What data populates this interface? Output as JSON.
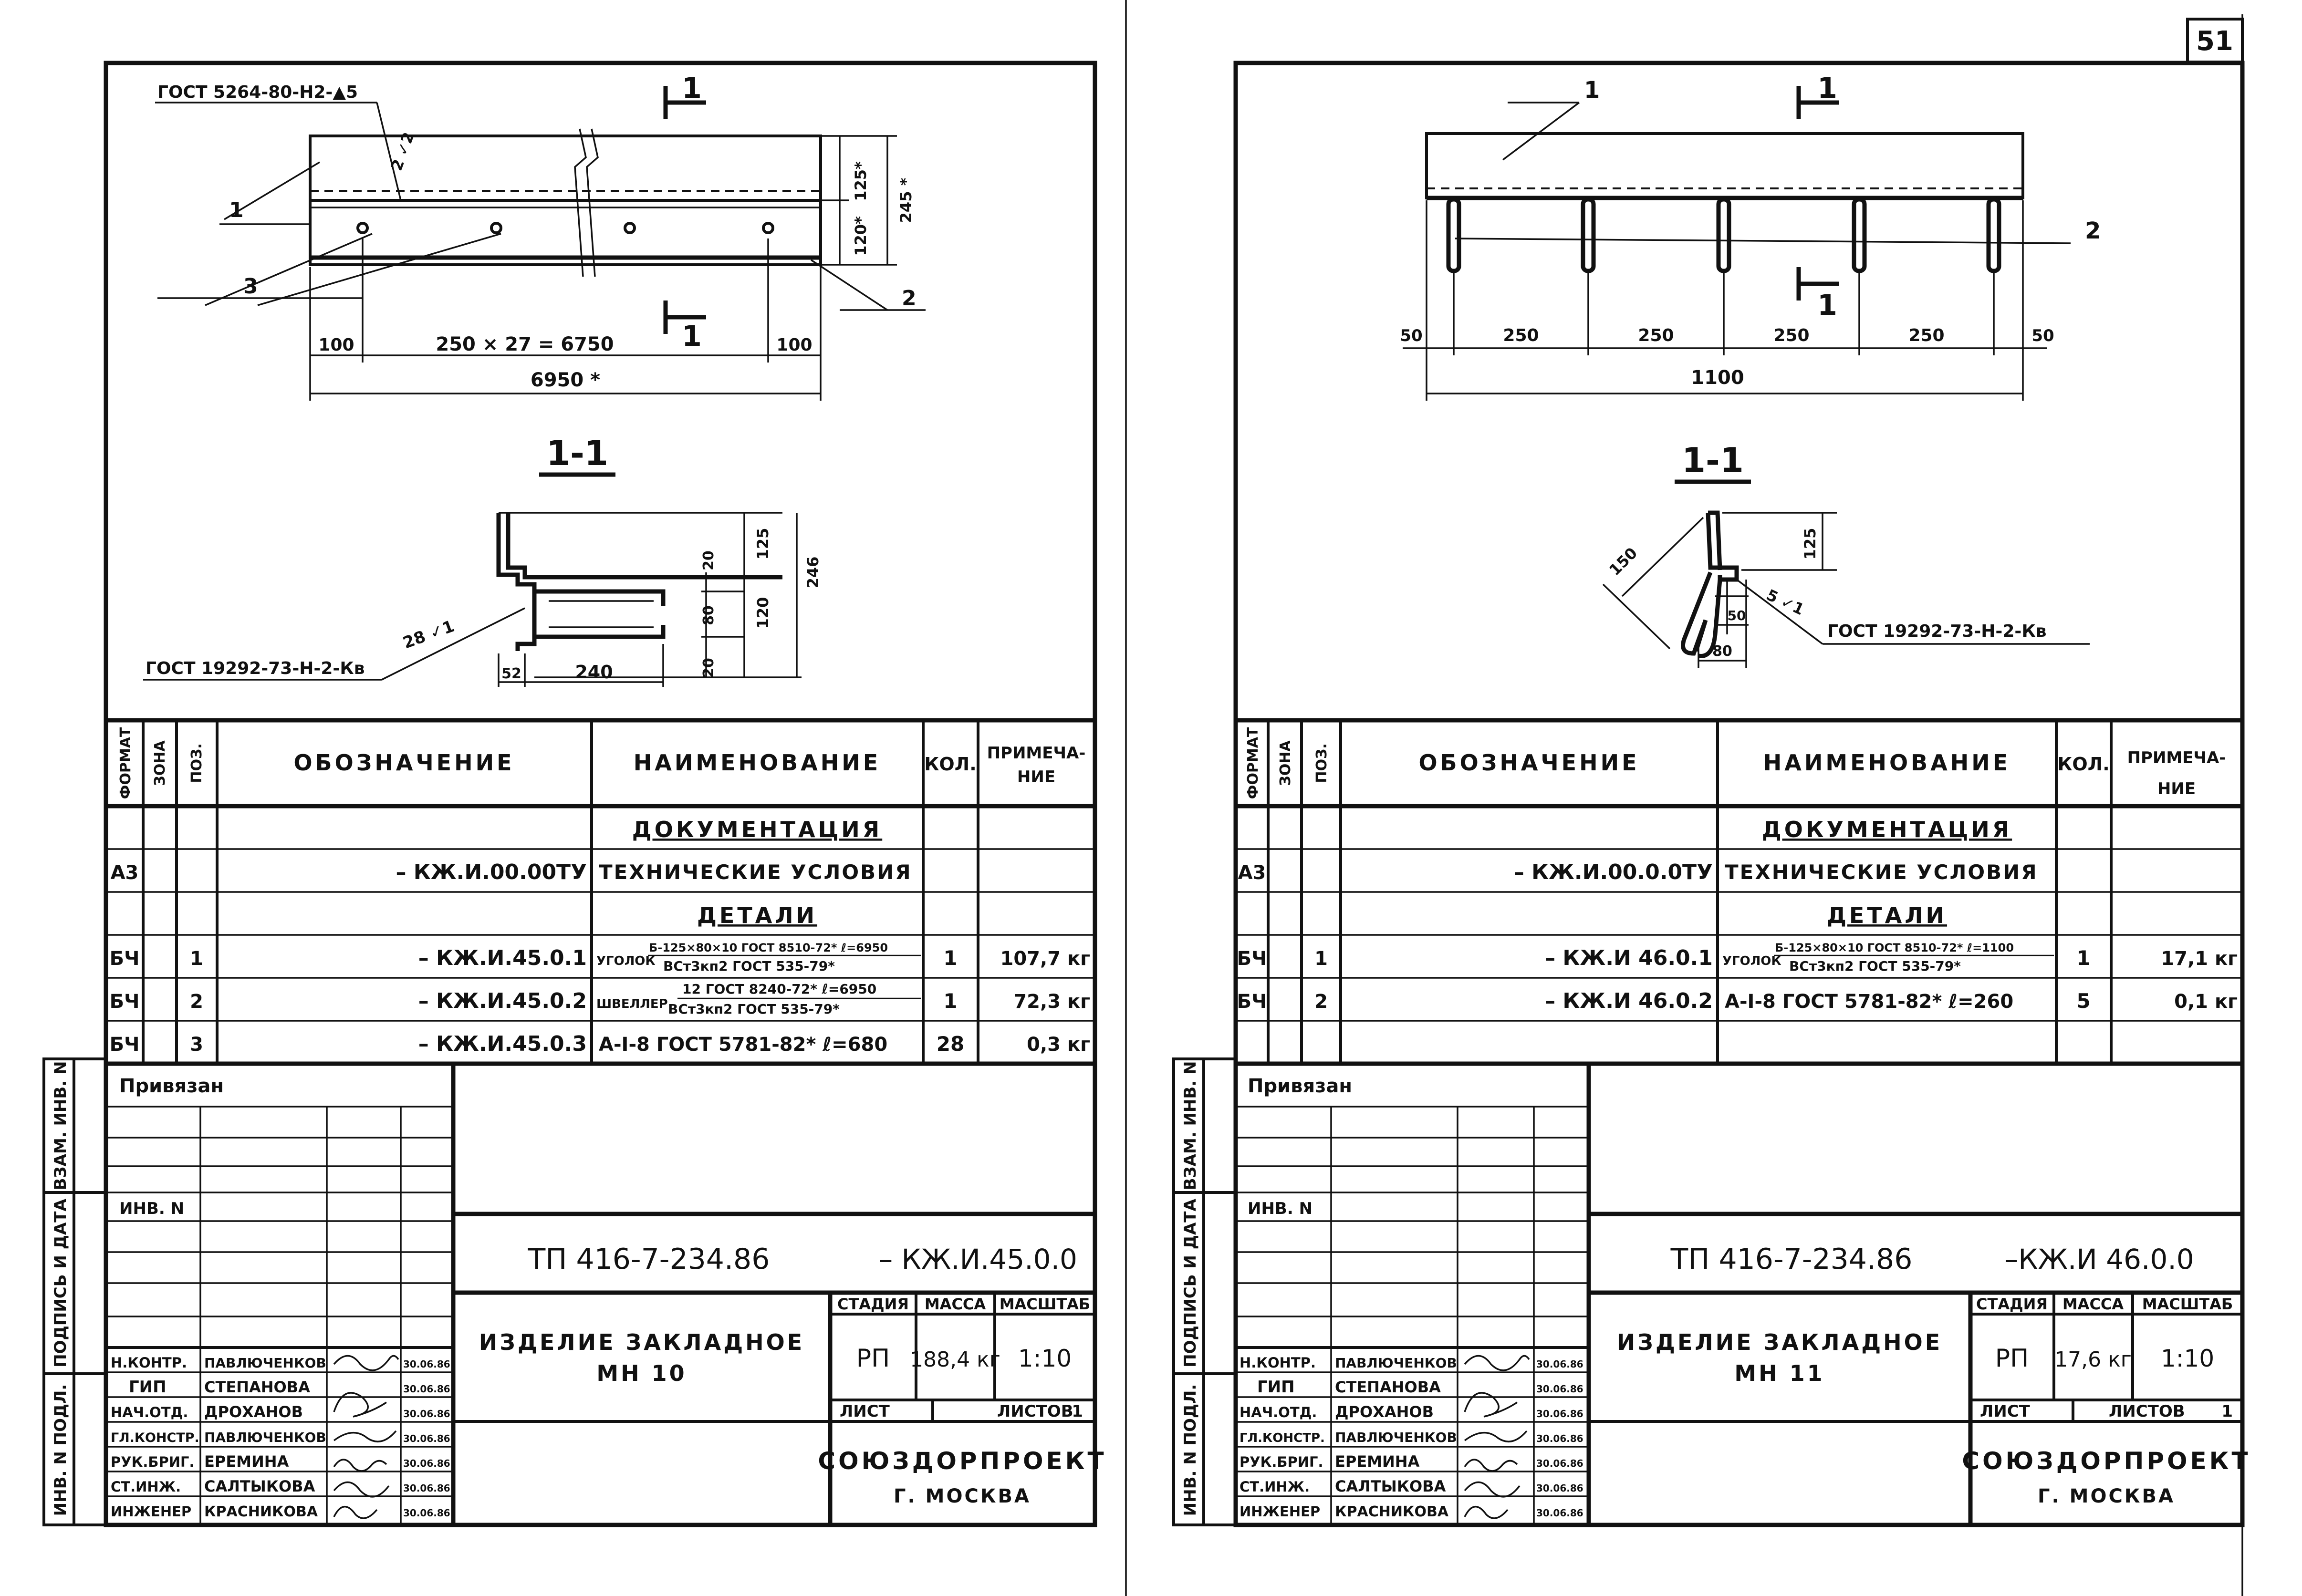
{
  "page_number": "51",
  "common": {
    "headers": {
      "format": "ФОРМАТ",
      "zone": "ЗОНА",
      "pos": "ПОЗ.",
      "designation": "ОБОЗНАЧЕНИЕ",
      "name": "НАИМЕНОВАНИЕ",
      "qty": "КОЛ.",
      "note_l1": "ПРИМЕЧА-",
      "note_l2": "НИЕ"
    },
    "stamp": {
      "privyazan": "Привязан",
      "inv_no": "ИНВ. N",
      "stage_h": "СТАДИЯ",
      "mass_h": "МАССА",
      "scale_h": "МАСШТАБ",
      "sheet_h": "ЛИСТ",
      "sheets_h": "ЛИСТОВ",
      "org": "СОЮЗДОРПРОЕКТ",
      "city": "Г. МОСКВА"
    },
    "side_labels": [
      "ВЗАМ. ИНВ. N",
      "ПОДПИСЬ И ДАТА",
      "ИНВ. N ПОДЛ."
    ],
    "roles": [
      "Н.КОНТР.",
      "ГИП",
      "НАЧ.ОТД.",
      "ГЛ.КОНСТР.",
      "РУК.БРИГ.",
      "СТ.ИНЖ.",
      "ИНЖЕНЕР"
    ],
    "persons": [
      "ПАВЛЮЧЕНКОВ",
      "СТЕПАНОВА",
      "ДРОХАНОВ",
      "ПАВЛЮЧЕНКОВ",
      "ЕРЕМИНА",
      "САЛТЫКОВА",
      "КРАСНИКОВА"
    ],
    "dates": [
      "30.06.86",
      "30.06.86",
      "30.06.86",
      "30.06.86",
      "30.06.86",
      "30.06.86",
      "30.06.86"
    ]
  },
  "sheets": [
    {
      "drawing": {
        "gost_weld_top": "ГОСТ 5264-80-Н2-▲5",
        "section_mark": "1",
        "section_title": "1-1",
        "pos_labels": [
          "1",
          "2",
          "3"
        ],
        "weld_label_top": "2 ✓2",
        "dims": {
          "d125": "125*",
          "d120": "120*",
          "d245": "245 *",
          "d100a": "100",
          "spacing": "250 × 27 = 6750",
          "d100b": "100",
          "total": "6950 *"
        },
        "section_dims": {
          "d125": "125",
          "d120": "120",
          "d246": "246",
          "d20a": "20",
          "d80": "80",
          "d20b": "20",
          "d52": "52",
          "d240": "240"
        },
        "weld_label_sec": "28 ✓1",
        "gost_weld_sec": "ГОСТ 19292-73-Н-2-Кв"
      },
      "spec_rows": [
        {
          "format": "",
          "zone": "",
          "pos": "",
          "designation": "",
          "name": "ДОКУМЕНТАЦИЯ",
          "qty": "",
          "note": ""
        },
        {
          "format": "А3",
          "zone": "",
          "pos": "",
          "designation": "– КЖ.И.00.00ТУ",
          "name": "ТЕХНИЧЕСКИЕ УСЛОВИЯ",
          "qty": "",
          "note": ""
        },
        {
          "format": "",
          "zone": "",
          "pos": "",
          "designation": "",
          "name": "ДЕТАЛИ",
          "qty": "",
          "note": ""
        },
        {
          "format": "БЧ",
          "zone": "",
          "pos": "1",
          "designation": "– КЖ.И.45.0.1",
          "name_prefix": "УГОЛОК",
          "name_top": "Б-125×80×10 ГОСТ 8510-72* ℓ=6950",
          "name_bot": "ВСт3кп2 ГОСТ 535-79*",
          "qty": "1",
          "note": "107,7 кг"
        },
        {
          "format": "БЧ",
          "zone": "",
          "pos": "2",
          "designation": "– КЖ.И.45.0.2",
          "name_prefix": "ШВЕЛЛЕР",
          "name_top": "12 ГОСТ 8240-72* ℓ=6950",
          "name_bot": "ВСт3кп2 ГОСТ 535-79*",
          "qty": "1",
          "note": "72,3 кг"
        },
        {
          "format": "БЧ",
          "zone": "",
          "pos": "3",
          "designation": "– КЖ.И.45.0.3",
          "name": "A-I-8 ГОСТ 5781-82* ℓ=680",
          "qty": "28",
          "note": "0,3 кг"
        }
      ],
      "title": {
        "code": "ТП 416-7-234.86",
        "doc": "– КЖ.И.45.0.0",
        "name_l1": "ИЗДЕЛИЕ ЗАКЛАДНОЕ",
        "name_l2": "МН 10",
        "stage": "РП",
        "mass": "188,4 кг",
        "scale": "1:10",
        "sheet": "",
        "sheets": "1"
      }
    },
    {
      "drawing": {
        "section_mark": "1",
        "section_title": "1-1",
        "pos_labels": [
          "1",
          "2"
        ],
        "dims": {
          "d50a": "50",
          "d250a": "250",
          "d250b": "250",
          "d250c": "250",
          "d250d": "250",
          "d50b": "50",
          "total": "1100"
        },
        "section_dims": {
          "d150": "150",
          "d125": "125",
          "d50": "50",
          "d80": "80"
        },
        "weld_label_sec": "5 ✓1",
        "gost_weld_sec": "ГОСТ 19292-73-Н-2-Кв"
      },
      "spec_rows": [
        {
          "format": "",
          "zone": "",
          "pos": "",
          "designation": "",
          "name": "ДОКУМЕНТАЦИЯ",
          "qty": "",
          "note": ""
        },
        {
          "format": "А3",
          "zone": "",
          "pos": "",
          "designation": "– КЖ.И.00.0.0ТУ",
          "name": "ТЕХНИЧЕСКИЕ УСЛОВИЯ",
          "qty": "",
          "note": ""
        },
        {
          "format": "",
          "zone": "",
          "pos": "",
          "designation": "",
          "name": "ДЕТАЛИ",
          "qty": "",
          "note": ""
        },
        {
          "format": "БЧ",
          "zone": "",
          "pos": "1",
          "designation": "– КЖ.И 46.0.1",
          "name_prefix": "УГОЛОК",
          "name_top": "Б-125×80×10 ГОСТ 8510-72* ℓ=1100",
          "name_bot": "ВСт3кп2 ГОСТ 535-79*",
          "qty": "1",
          "note": "17,1 кг"
        },
        {
          "format": "БЧ",
          "zone": "",
          "pos": "2",
          "designation": "– КЖ.И 46.0.2",
          "name": "A-I-8 ГОСТ 5781-82* ℓ=260",
          "qty": "5",
          "note": "0,1 кг"
        }
      ],
      "title": {
        "code": "ТП 416-7-234.86",
        "doc": "–КЖ.И 46.0.0",
        "name_l1": "ИЗДЕЛИЕ ЗАКЛАДНОЕ",
        "name_l2": "МН 11",
        "stage": "РП",
        "mass": "17,6 кг",
        "scale": "1:10",
        "sheet": "",
        "sheets": "1"
      }
    }
  ]
}
